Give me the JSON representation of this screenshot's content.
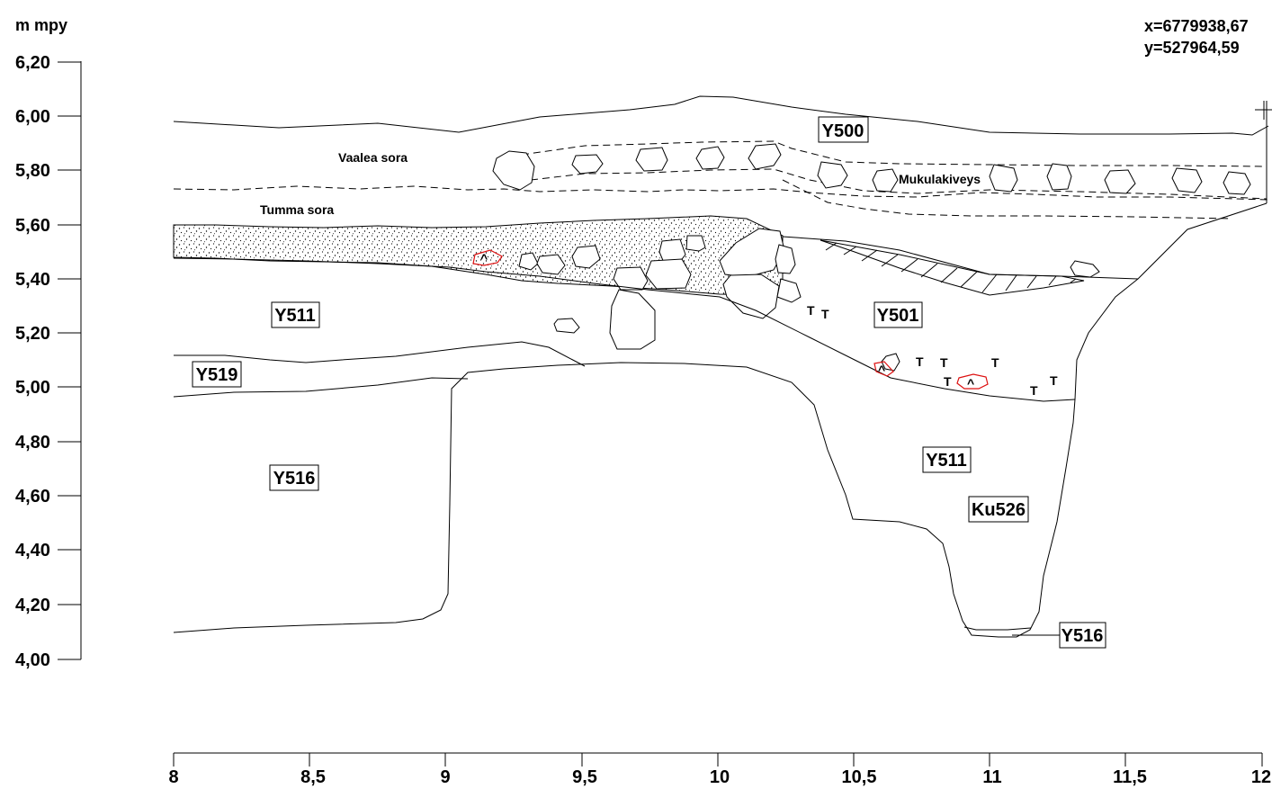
{
  "header": {
    "unit_label": "m mpy",
    "coord_x": "x=6779938,67",
    "coord_y": "y=527964,59"
  },
  "axes": {
    "y_ticks": [
      "6,20",
      "6,00",
      "5,80",
      "5,60",
      "5,40",
      "5,20",
      "5,00",
      "4,80",
      "4,60",
      "4,40",
      "4,20",
      "4,00"
    ],
    "x_ticks": [
      "8",
      "8,5",
      "9",
      "9,5",
      "10",
      "10,5",
      "11",
      "11,5",
      "12"
    ]
  },
  "layers": {
    "y500": "Y500",
    "y501": "Y501",
    "y511_upper": "Y511",
    "y511_lower": "Y511",
    "y519": "Y519",
    "y516_left": "Y516",
    "y516_bottom": "Y516",
    "ku526": "Ku526"
  },
  "annotations": {
    "vaalea_sora": "Vaalea sora",
    "tumma_sora": "Tumma sora",
    "mukulakiveys": "Mukulakiveys"
  },
  "finds": {
    "caret_symbol": "^",
    "t_symbol": "T"
  },
  "colors": {
    "find_outline": "#d11111",
    "line": "#000000"
  }
}
